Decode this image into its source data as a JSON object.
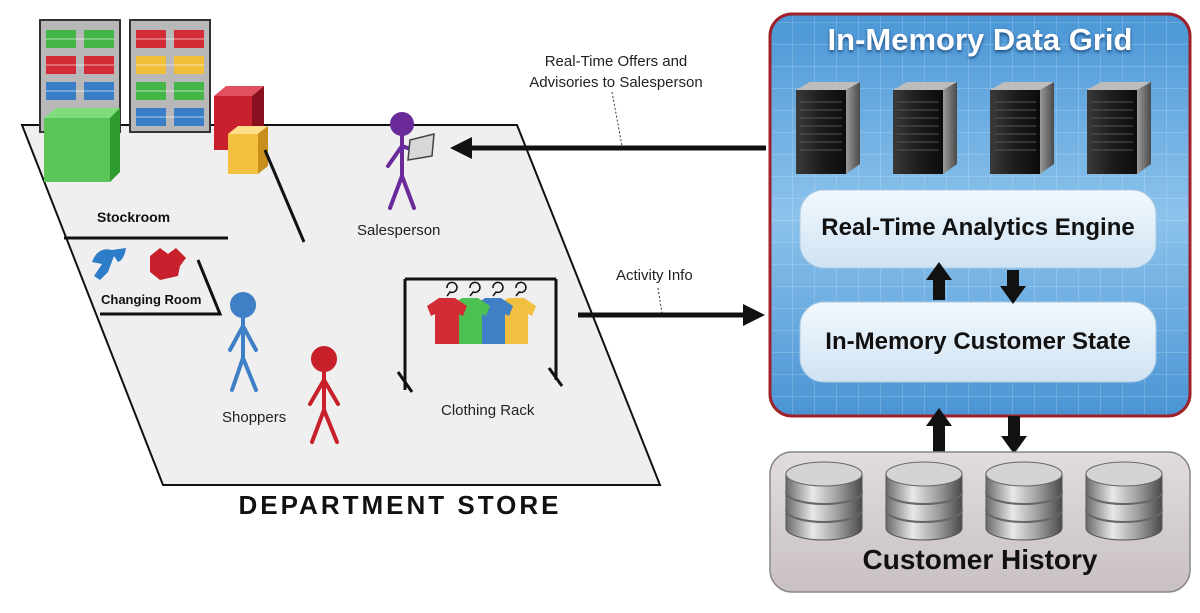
{
  "store": {
    "title": "DEPARTMENT STORE",
    "stockroom": "Stockroom",
    "changing_room": "Changing Room",
    "salesperson": "Salesperson",
    "shoppers": "Shoppers",
    "clothing_rack": "Clothing Rack"
  },
  "flows": {
    "offers_line1": "Real-Time Offers and",
    "offers_line2": "Advisories to Salesperson",
    "activity": "Activity Info"
  },
  "grid": {
    "title": "In-Memory Data Grid",
    "analytics": "Real-Time Analytics Engine",
    "customer_state": "In-Memory Customer State"
  },
  "history": {
    "title": "Customer History"
  },
  "colors": {
    "grid_border": "#a0202a",
    "grid_fill": "#5fa7dc",
    "history_fill": "#d8d2d2",
    "salesperson": "#6a2a9a",
    "shopper_blue": "#3f7fc6",
    "shopper_red": "#c8202a"
  }
}
